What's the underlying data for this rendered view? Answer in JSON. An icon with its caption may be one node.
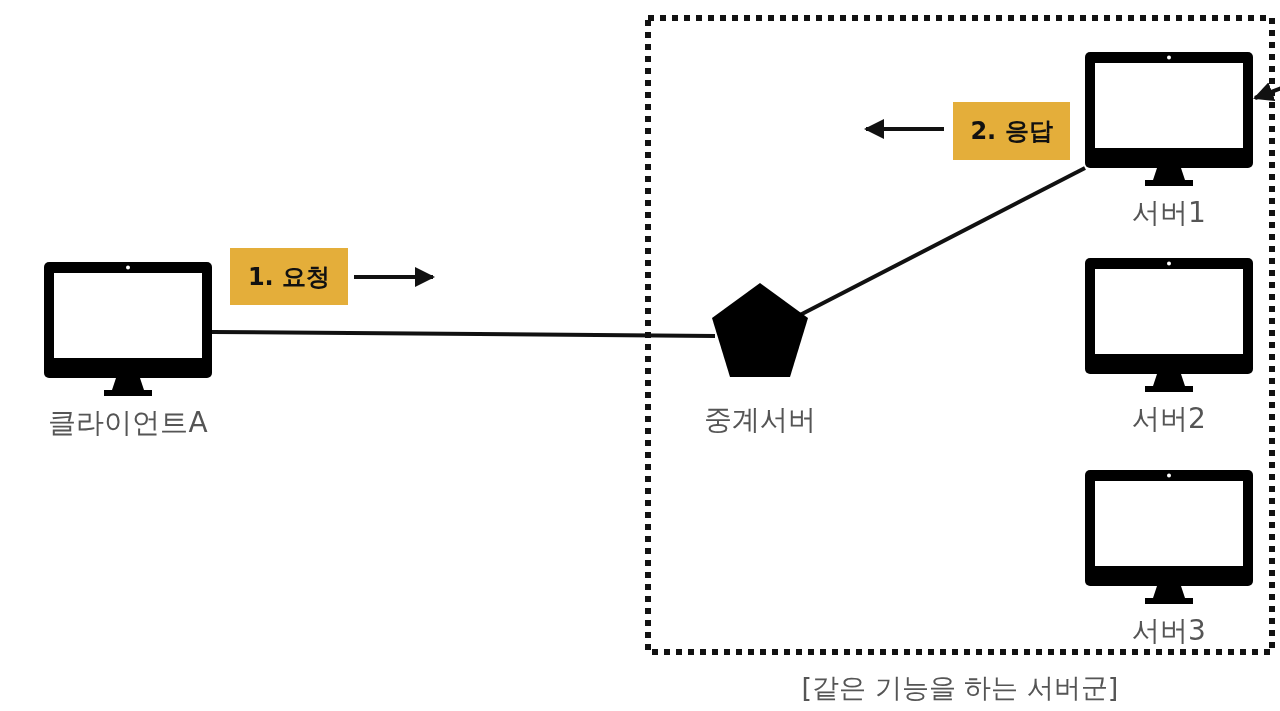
{
  "diagram": {
    "nodes": [
      {
        "text": [
          "[같은 기능을 하는 서버군]"
        ]
      },
      {
        "text": [
          "클라이언트A"
        ]
      },
      {
        "text": [
          "중계서버"
        ],
        "in": 0
      },
      {
        "text": [
          "서버1"
        ],
        "in": 0
      },
      {
        "text": [
          "서버2"
        ],
        "in": 0
      },
      {
        "text": [
          "서버3"
        ],
        "in": 0
      },
      {
        "text": [
          "1. 요청"
        ]
      },
      {
        "text": [
          "2. 응답"
        ],
        "in": 0
      }
    ],
    "edges": [
      {
        "from": 1,
        "to": 2,
        "arrow": "none"
      },
      {
        "from": 2,
        "to": 3,
        "arrow": "none"
      },
      {
        "from": null,
        "to": 3,
        "arrow": "to"
      }
    ]
  }
}
